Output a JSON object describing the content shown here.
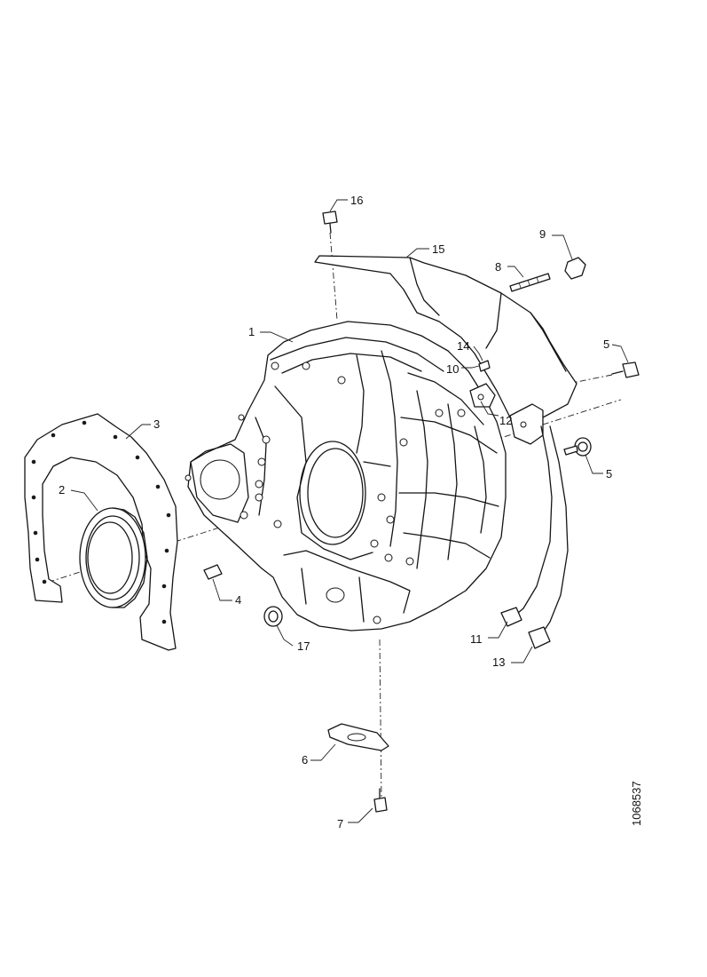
{
  "colors": {
    "line": "#151515",
    "background": "#ffffff"
  },
  "callouts": [
    {
      "id": "1",
      "text": "1",
      "part": "flywheel-housing"
    },
    {
      "id": "2",
      "text": "2",
      "part": "crankshaft-rear-seal"
    },
    {
      "id": "3",
      "text": "3",
      "part": "housing-gasket"
    },
    {
      "id": "4",
      "text": "4",
      "part": "guide-pin"
    },
    {
      "id": "5",
      "text": "5",
      "part": "bolt-with-washer"
    },
    {
      "id": "6",
      "text": "6",
      "part": "flange-cover"
    },
    {
      "id": "7",
      "text": "7",
      "part": "bolt-lower"
    },
    {
      "id": "8",
      "text": "8",
      "part": "stud"
    },
    {
      "id": "9",
      "text": "9",
      "part": "nut"
    },
    {
      "id": "10",
      "text": "10",
      "part": "small-bolt"
    },
    {
      "id": "11",
      "text": "11",
      "part": "sensor-connector"
    },
    {
      "id": "12",
      "text": "12",
      "part": "bracket-sensor"
    },
    {
      "id": "13",
      "text": "13",
      "part": "sensor-connector-lower"
    },
    {
      "id": "14",
      "text": "14",
      "part": "screw"
    },
    {
      "id": "15",
      "text": "15",
      "part": "shield"
    },
    {
      "id": "16",
      "text": "16",
      "part": "bolt-top"
    },
    {
      "id": "17",
      "text": "17",
      "part": "plug"
    }
  ],
  "drawing_number": "1068537"
}
